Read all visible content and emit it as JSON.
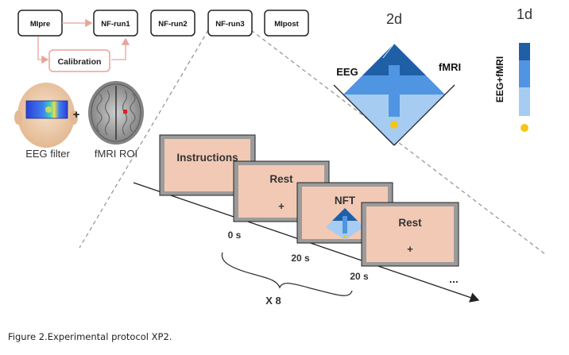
{
  "pipeline": {
    "boxes": [
      "MIpre",
      "NF-run1",
      "NF-run2",
      "NF-run3",
      "MIpost"
    ],
    "calibration": "Calibration",
    "plus": "+",
    "eeg_filter_label": "EEG filter",
    "fmri_roi_label": "fMRI ROI"
  },
  "feedback": {
    "two_d_title": "2d",
    "eeg_axis": "EEG",
    "fmri_axis": "fMRI",
    "one_d_title": "1d",
    "one_d_axis": "EEG+fMRI",
    "colors": {
      "dark": "#1f5fa6",
      "mid": "#4f95e2",
      "light": "#a6ccf2",
      "pale": "#d9e8f8",
      "ball": "#f5c518"
    }
  },
  "timeline": {
    "screens": [
      {
        "title": "Instructions",
        "symbol": ""
      },
      {
        "title": "Rest",
        "symbol": "+"
      },
      {
        "title": "NFT",
        "symbol": ""
      },
      {
        "title": "Rest",
        "symbol": "+"
      }
    ],
    "times": [
      "0 s",
      "20 s",
      "20 s"
    ],
    "repeat": "X 8",
    "ellipsis": "...",
    "colors": {
      "panel": "#f2c9b5",
      "frame": "#9b9b9b"
    }
  },
  "caption": "Figure 2.Experimental protocol XP2."
}
